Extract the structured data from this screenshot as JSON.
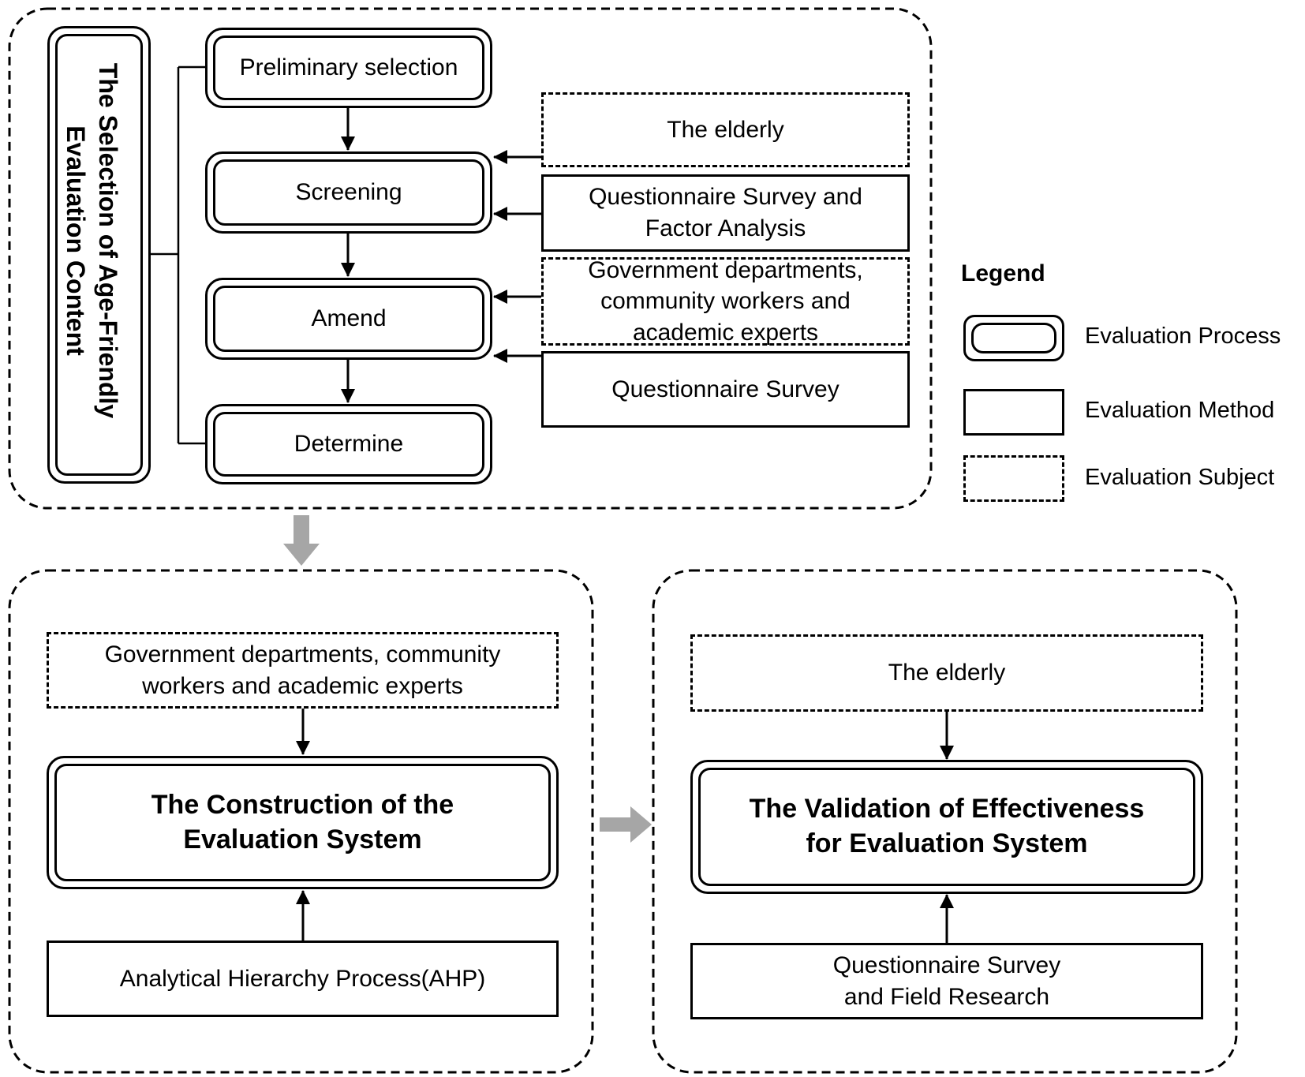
{
  "colors": {
    "line": "#000000",
    "flow_arrow": "#a6a6a6",
    "background": "#ffffff"
  },
  "top": {
    "vertical_title": "The Selection of Age-Friendly\nEvaluation Content",
    "steps": [
      "Preliminary selection",
      "Screening",
      "Amend",
      "Determine"
    ],
    "elderly": "The elderly",
    "questionnaire_factor": "Questionnaire Survey and\nFactor Analysis",
    "government": "Government departments,\ncommunity workers and\nacademic experts",
    "questionnaire": "Questionnaire Survey"
  },
  "legend": {
    "title": "Legend",
    "items": [
      {
        "label": "Evaluation Process",
        "style": "double-border"
      },
      {
        "label": "Evaluation Method",
        "style": "solid-border"
      },
      {
        "label": "Evaluation Subject",
        "style": "dashed-border"
      }
    ]
  },
  "construction": {
    "subject": "Government departments, community\nworkers and academic experts",
    "title": "The Construction of the\nEvaluation System",
    "method": "Analytical Hierarchy Process(AHP)"
  },
  "validation": {
    "subject": "The elderly",
    "title": "The Validation of Effectiveness\nfor Evaluation System",
    "method": "Questionnaire Survey\nand Field Research"
  }
}
